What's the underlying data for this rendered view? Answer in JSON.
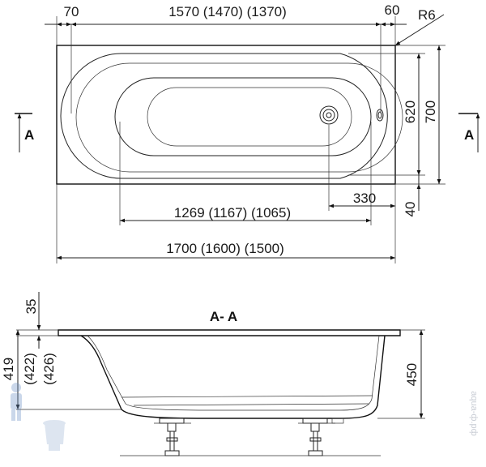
{
  "plan_view": {
    "top_left_offset": "70",
    "top_length": "1570 (1470) (1370)",
    "top_right_offset": "60",
    "radius": "R6",
    "inner_width": "620",
    "outer_width": "700",
    "bottom_offset": "40",
    "drain_offset": "330",
    "inner_length": "1269 (1167) (1065)",
    "overall_length": "1700 (1600) (1500)",
    "section_marker": "A"
  },
  "section_view": {
    "title": "A- A",
    "rim_thickness": "35",
    "depth_left": "419",
    "depth_left_alt1": "(422)",
    "depth_left_alt2": "(426)",
    "overall_height": "450"
  },
  "watermark": "aqua-ф.рф"
}
